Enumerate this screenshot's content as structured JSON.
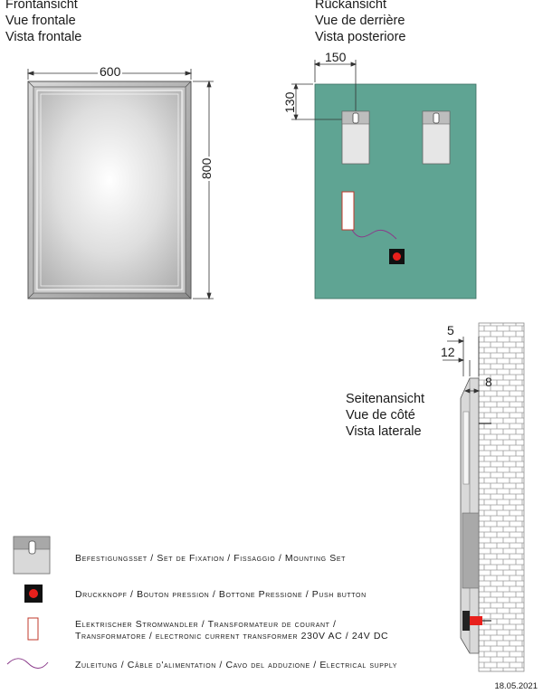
{
  "front_view": {
    "title_lines": [
      "Frontansicht",
      "Vue frontale",
      "Vista frontale"
    ],
    "width": "600",
    "height": "800"
  },
  "back_view": {
    "title_lines": [
      "Rückansicht",
      "Vue de derrière",
      "Vista posteriore"
    ],
    "offset_x": "150",
    "offset_y": "130"
  },
  "side_view": {
    "title_lines": [
      "Seitenansicht",
      "Vue de côté",
      "Vista laterale"
    ],
    "dim_a": "5",
    "dim_b": "12",
    "dim_c": "8"
  },
  "legend": [
    {
      "icon": "mounting-set-icon",
      "text": [
        "Befestigungsset / Set de Fixation / Fissaggio / Mounting Set"
      ]
    },
    {
      "icon": "push-button-icon",
      "text": [
        "Druckknopf / Bouton pression / Bottone Pressione / Push button"
      ]
    },
    {
      "icon": "transformer-icon",
      "text": [
        "Elektrischer Stromwandler / Transformateur de courant /",
        "Transformatore / electronic current transformer 230V AC / 24V DC"
      ]
    },
    {
      "icon": "cable-icon",
      "text": [
        "Zuleitung / Câble d'alimentation / Cavo del adduzione / Electrical supply"
      ]
    }
  ],
  "date": "18.05.2021",
  "colors": {
    "back_panel": "#5fa493",
    "push_button": "#e8201c"
  }
}
